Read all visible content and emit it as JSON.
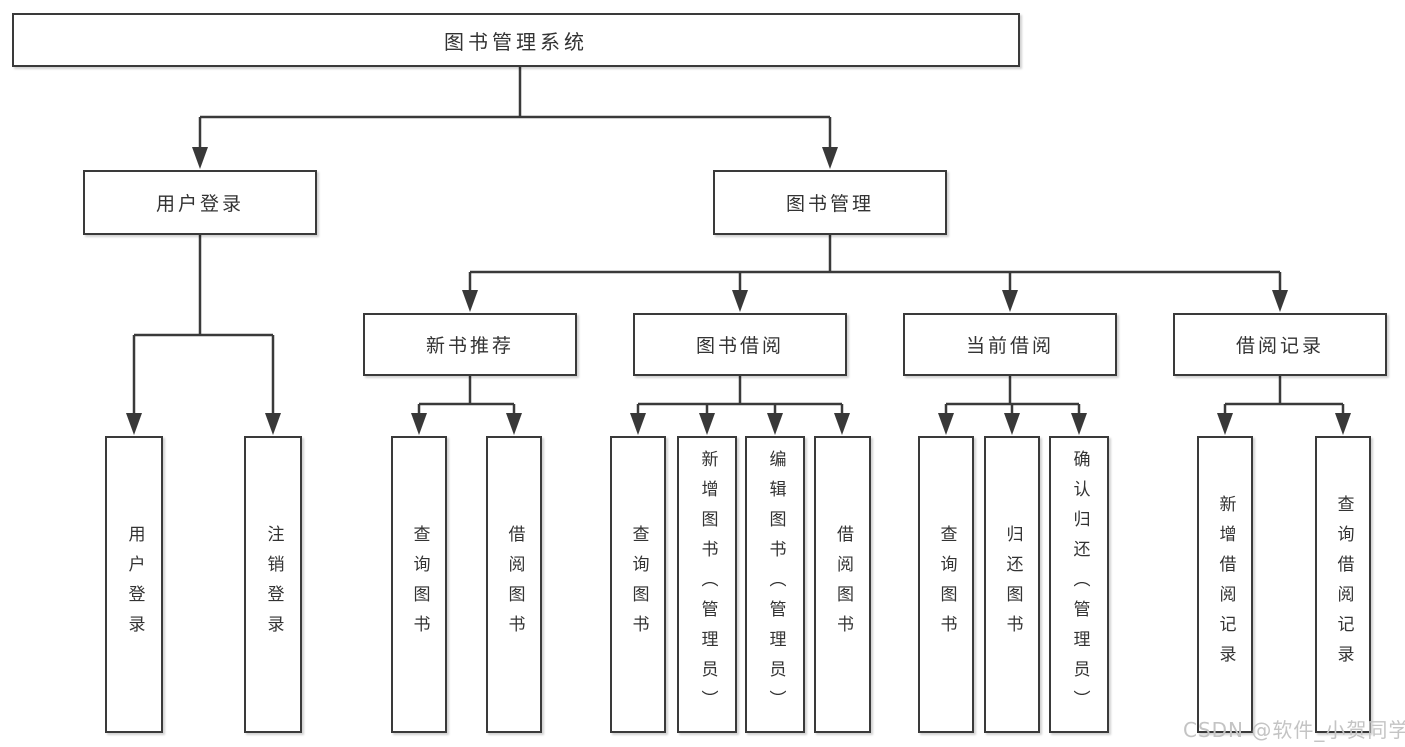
{
  "tree": {
    "label": "图书管理系统",
    "children": [
      {
        "label": "用户登录",
        "children": [
          {
            "label": "用户登录"
          },
          {
            "label": "注销登录"
          }
        ]
      },
      {
        "label": "图书管理",
        "children": [
          {
            "label": "新书推荐",
            "children": [
              {
                "label": "查询图书"
              },
              {
                "label": "借阅图书"
              }
            ]
          },
          {
            "label": "图书借阅",
            "children": [
              {
                "label": "查询图书"
              },
              {
                "label": "新增图书（管理员）"
              },
              {
                "label": "编辑图书（管理员）"
              },
              {
                "label": "借阅图书"
              }
            ]
          },
          {
            "label": "当前借阅",
            "children": [
              {
                "label": "查询图书"
              },
              {
                "label": "归还图书"
              },
              {
                "label": "确认归还（管理员）"
              }
            ]
          },
          {
            "label": "借阅记录",
            "children": [
              {
                "label": "新增借阅记录"
              },
              {
                "label": "查询借阅记录"
              }
            ]
          }
        ]
      }
    ]
  },
  "watermark": {
    "text": "CSDN @软件_小贺同学"
  },
  "colors": {
    "line": "#3a3a3a",
    "node_border": "#3a3a3a",
    "text": "#333333",
    "node_background": "#ffffff",
    "watermark": "#c4c4c4"
  }
}
